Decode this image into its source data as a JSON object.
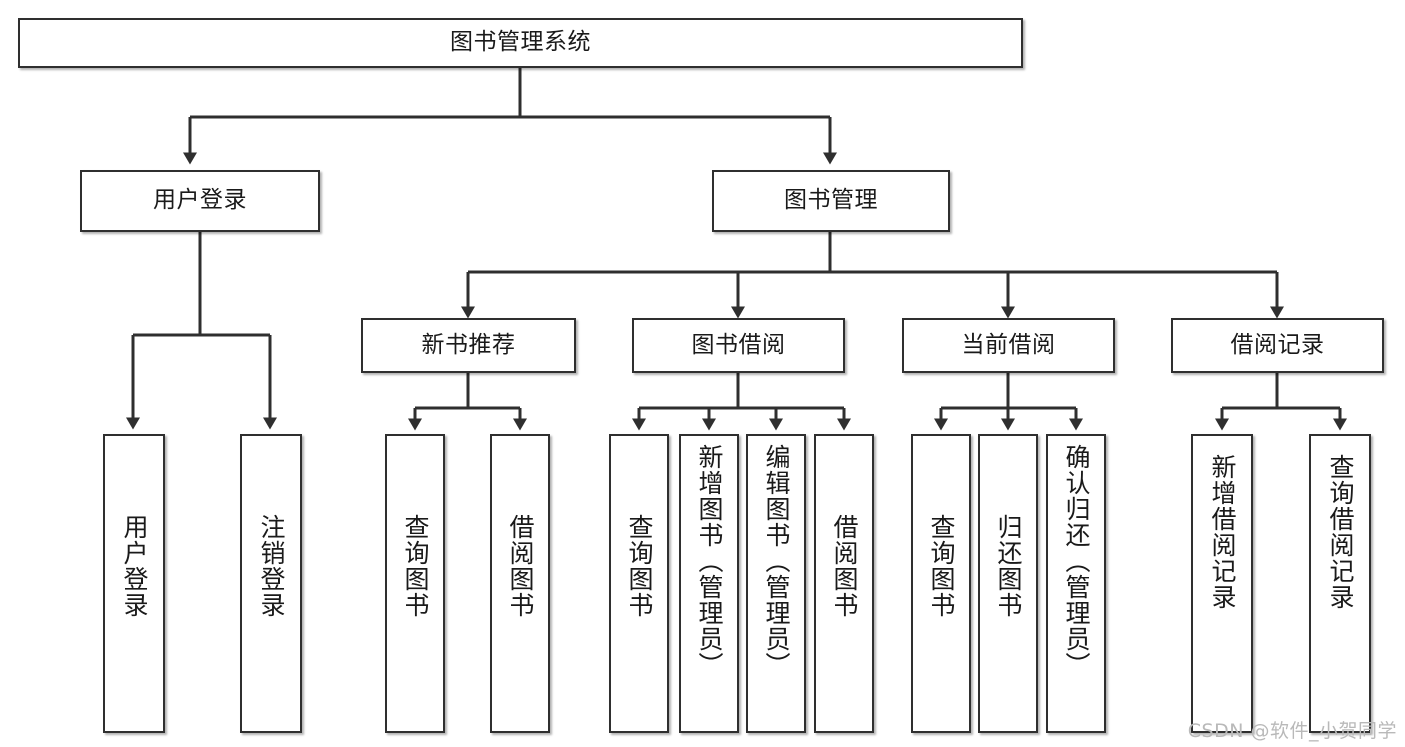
{
  "diagram": {
    "type": "tree",
    "title": "图书管理系统",
    "watermark": "CSDN @软件_小贺同学",
    "root": {
      "label": "图书管理系统"
    },
    "level2": [
      {
        "id": "user-login",
        "label": "用户登录"
      },
      {
        "id": "book-manage",
        "label": "图书管理"
      }
    ],
    "level3": [
      {
        "id": "new-book-rec",
        "label": "新书推荐"
      },
      {
        "id": "book-borrow",
        "label": "图书借阅"
      },
      {
        "id": "current-borrow",
        "label": "当前借阅"
      },
      {
        "id": "borrow-record",
        "label": "借阅记录"
      }
    ],
    "leaves": {
      "user_login": [
        {
          "id": "leaf-user-login",
          "label": "用户登录"
        },
        {
          "id": "leaf-logout",
          "label": "注销登录"
        }
      ],
      "new_book_rec": [
        {
          "id": "leaf-query-book-1",
          "label": "查询图书"
        },
        {
          "id": "leaf-borrow-book-1",
          "label": "借阅图书"
        }
      ],
      "book_borrow": [
        {
          "id": "leaf-query-book-2",
          "label": "查询图书"
        },
        {
          "id": "leaf-add-book",
          "label": "新增图书（管理员）"
        },
        {
          "id": "leaf-edit-book",
          "label": "编辑图书（管理员）"
        },
        {
          "id": "leaf-borrow-book-2",
          "label": "借阅图书"
        }
      ],
      "current_borrow": [
        {
          "id": "leaf-query-book-3",
          "label": "查询图书"
        },
        {
          "id": "leaf-return-book",
          "label": "归还图书"
        },
        {
          "id": "leaf-confirm-return",
          "label": "确认归还（管理员）"
        }
      ],
      "borrow_record": [
        {
          "id": "leaf-add-record",
          "label": "新增借阅记录"
        },
        {
          "id": "leaf-query-record",
          "label": "查询借阅记录"
        }
      ]
    },
    "colors": {
      "border": "#2f2f2f",
      "fill": "#ffffff",
      "text": "#1a1a1a",
      "watermark": "#b9b9b9"
    }
  }
}
